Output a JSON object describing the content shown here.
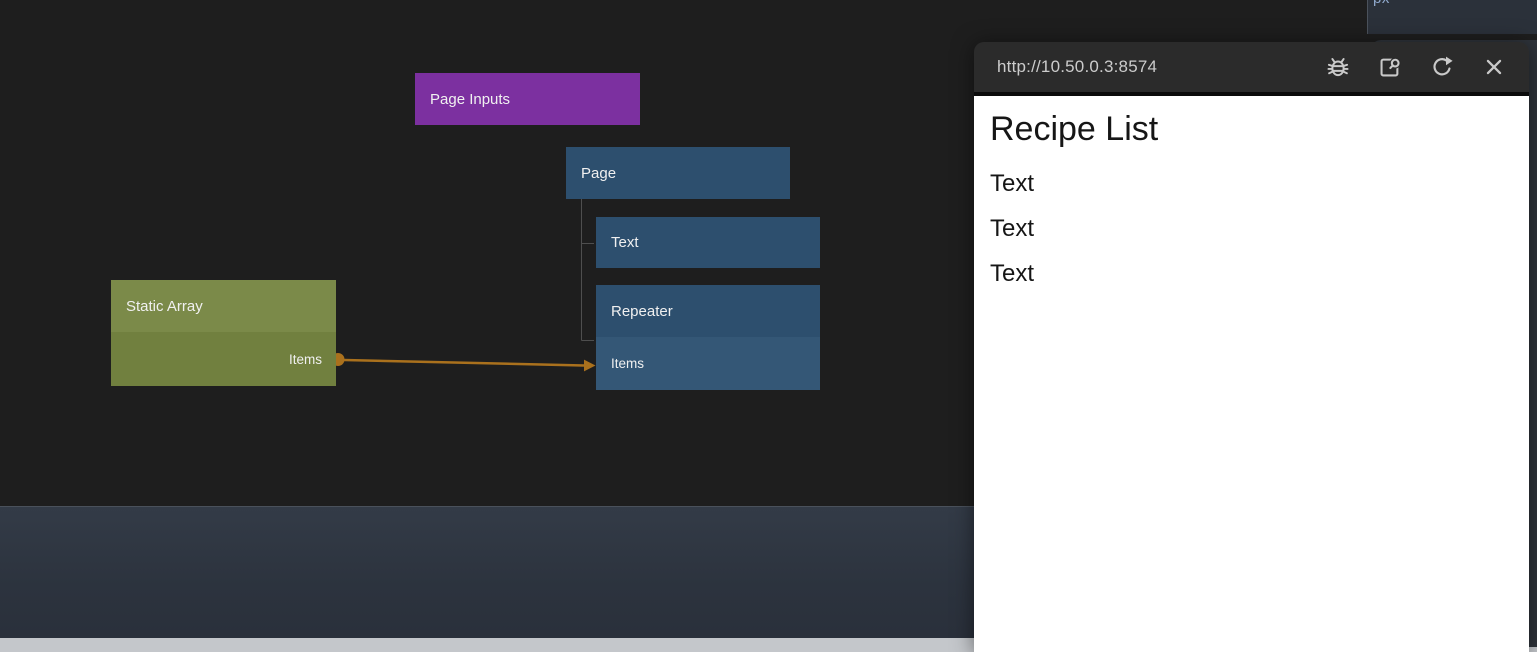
{
  "editor": {
    "unit_label": "px",
    "nodes": {
      "page_inputs": {
        "label": "Page Inputs"
      },
      "page": {
        "label": "Page"
      },
      "text": {
        "label": "Text"
      },
      "repeater": {
        "label": "Repeater",
        "port_label": "Items"
      },
      "static_array": {
        "label": "Static Array",
        "port_label": "Items"
      }
    },
    "colors": {
      "node_purple": "#7c30a0",
      "node_blue": "#2d4f6e",
      "node_blue_port_row": "#345776",
      "node_olive": "#7b8a49",
      "node_olive_port_row": "#71803f",
      "connection_orange": "#aa711d",
      "tree_line_gray": "#4e4e4e"
    }
  },
  "preview_window": {
    "url": "http://10.50.0.3:8574",
    "icons": [
      "bug-debug",
      "inspect",
      "refresh",
      "close"
    ],
    "content": {
      "heading": "Recipe List",
      "items": [
        "Text",
        "Text",
        "Text"
      ]
    }
  }
}
